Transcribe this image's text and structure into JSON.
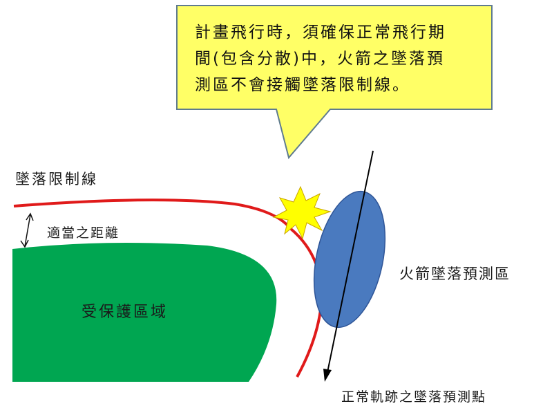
{
  "callout": {
    "lines": [
      "計畫飛行時，須確保正常飛行期",
      "間(包含分散)中，火箭之墜落預",
      "測區不會接觸墜落限制線。"
    ]
  },
  "labels": {
    "limit_line": "墜落限制線",
    "distance": "適當之距離",
    "protected_area": "受保護區域",
    "impact_zone": "火箭墜落預測區",
    "impact_point": "正常軌跡之墜落預測點"
  },
  "colors": {
    "callout_fill": "#ffff66",
    "callout_border": "#5f7b8f",
    "protected_area": "#00a651",
    "limit_line": "#e01a1a",
    "impact_zone": "#4a7abf",
    "impact_zone_border": "#2f5597",
    "starburst": "#ffff00"
  }
}
